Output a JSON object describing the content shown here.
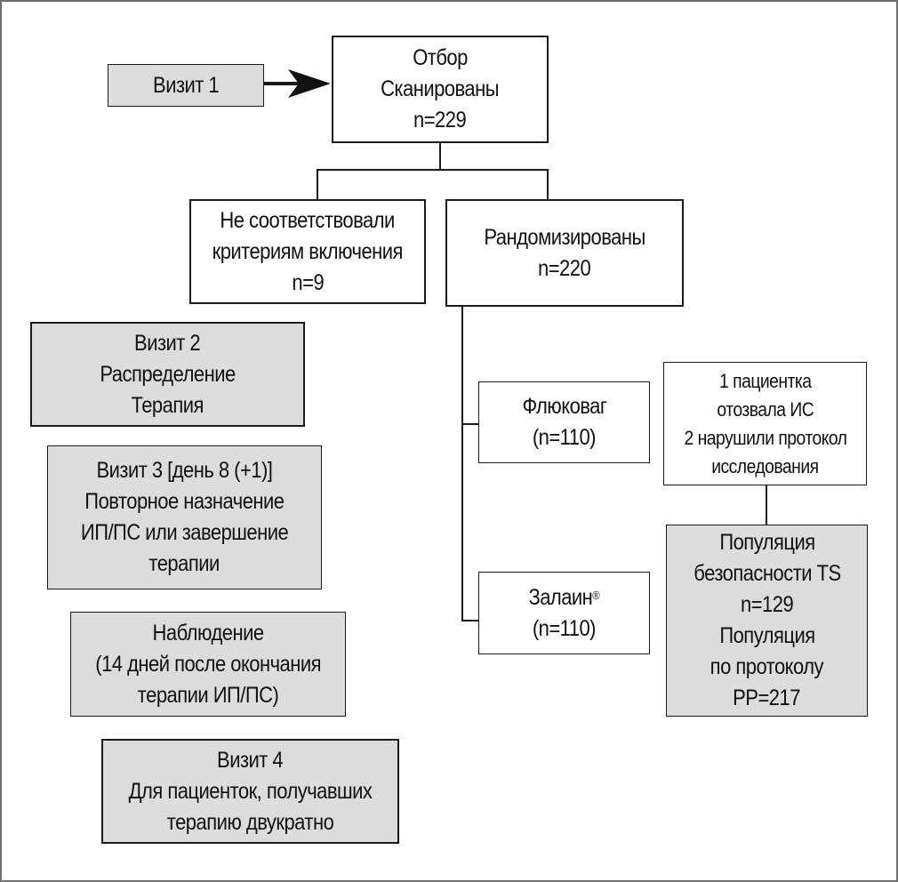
{
  "diagram": {
    "visit1": {
      "label": "Визит 1"
    },
    "screening": {
      "lines": [
        "Отбор",
        "Сканированы",
        "n=229"
      ]
    },
    "excluded": {
      "lines": [
        "Не соответствовали",
        "критериям включения",
        "n=9"
      ]
    },
    "randomized": {
      "lines": [
        "Рандомизированы",
        "n=220"
      ]
    },
    "visit2": {
      "lines": [
        "Визит 2",
        "Распределение",
        "Терапия"
      ]
    },
    "visit3": {
      "lines": [
        "Визит 3 [день 8 (+1)]",
        "Повторное назначение",
        "ИП/ПС или завершение",
        "терапии"
      ]
    },
    "observation": {
      "lines": [
        "Наблюдение",
        "(14 дней после окончания",
        "терапии ИП/ПС)"
      ]
    },
    "visit4": {
      "lines": [
        "Визит 4",
        "Для пациенток, получавших",
        "терапию двукратно"
      ]
    },
    "flukovag": {
      "name": "Флюковаг",
      "n": "(n=110)"
    },
    "zalain": {
      "name": "Залаин",
      "trademark": "®",
      "n": "(n=110)"
    },
    "dropouts": {
      "lines": [
        "1 пациентка",
        "отозвала ИС",
        "2 нарушили протокол",
        "исследования"
      ]
    },
    "populations": {
      "lines": [
        "Популяция",
        "безопасности TS",
        "n=129",
        "Популяция",
        "по протоколу",
        "PP=217"
      ]
    }
  },
  "colors": {
    "grey_fill": "#dcdcdc",
    "line": "#1a1a1a",
    "frame": "#6e6e6e"
  }
}
